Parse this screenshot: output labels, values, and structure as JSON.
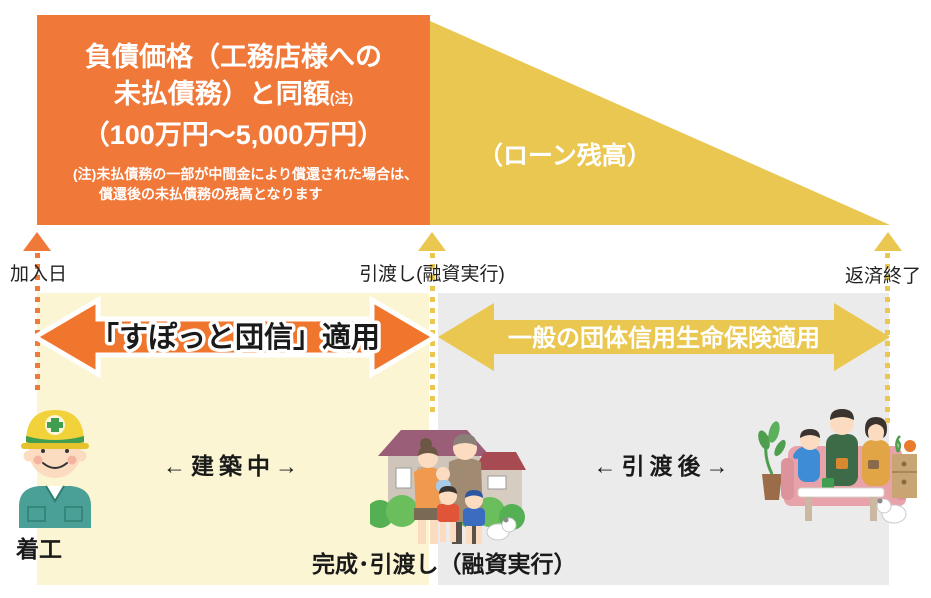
{
  "colors": {
    "orange": "#f0793a",
    "arrow_orange": "#f0762e",
    "yellow": "#e9c750",
    "panel_yellow": "#fbf5d3",
    "panel_gray": "#ebebeb",
    "text_dark": "#1a1a1a"
  },
  "debt_box": {
    "title_line1": "負債価格（工務店様への",
    "title_line2": "未払債務）と同額",
    "note_mark": "(注)",
    "amount_line": "（100万円～5,000万円）",
    "note_line1": "(注)未払債務の一部が中間金により償還された場合は、",
    "note_line2": "償還後の未払債務の残高となります"
  },
  "loan_triangle": {
    "label": "（ローン残高）"
  },
  "timeline": {
    "markers": [
      {
        "label": "加入日"
      },
      {
        "label": "引渡し(融資実行)"
      },
      {
        "label": "返済終了"
      }
    ]
  },
  "coverage": {
    "spot": "「すぽっと団信」適用",
    "general": "一般の団体信用生命保険適用"
  },
  "phases": {
    "construction": "←建築中→",
    "after_handover": "←引渡後→",
    "start": "着工",
    "completion": "完成･引渡し（融資実行）"
  },
  "illustrations": {
    "left": "construction-worker",
    "center": "family-in-front-of-house",
    "right": "family-on-sofa"
  }
}
